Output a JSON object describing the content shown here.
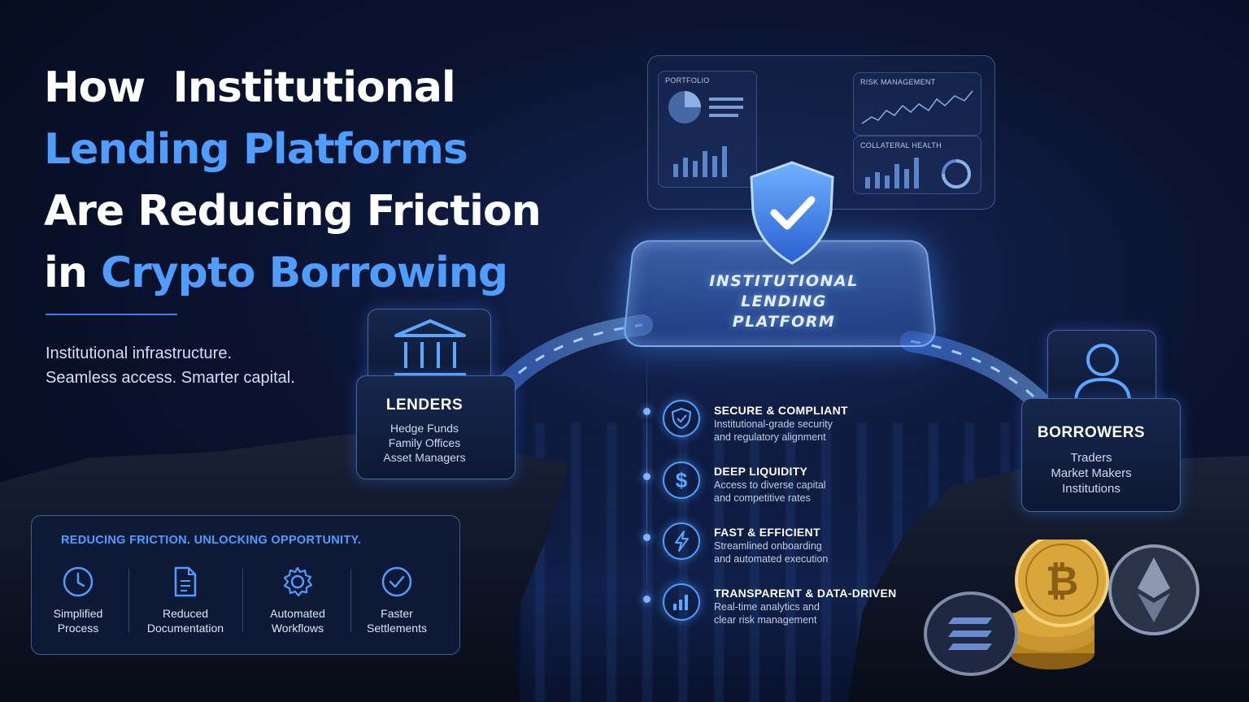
{
  "title": {
    "line1_a": "How",
    "line1_b": "Institutional",
    "line2": "Lending Platforms",
    "line3": "Are Reducing Friction",
    "line4_a": "in",
    "line4_b": "Crypto Borrowing"
  },
  "subtitle": {
    "line1": "Institutional infrastructure.",
    "line2": "Seamless access. Smarter capital."
  },
  "dashboard": {
    "portfolio_label": "PORTFOLIO",
    "risk_label": "RISK MANAGEMENT",
    "collateral_label": "COLLATERAL HEALTH"
  },
  "platform": {
    "line1": "INSTITUTIONAL",
    "line2": "LENDING",
    "line3": "PLATFORM"
  },
  "lenders": {
    "title": "LENDERS",
    "items": [
      "Hedge Funds",
      "Family Offices",
      "Asset Managers"
    ]
  },
  "borrowers": {
    "title": "BORROWERS",
    "items": [
      "Traders",
      "Market Makers",
      "Institutions"
    ]
  },
  "features": [
    {
      "icon": "shield-check-icon",
      "title": "SECURE & COMPLIANT",
      "desc1": "Institutional-grade security",
      "desc2": "and regulatory alignment"
    },
    {
      "icon": "dollar-icon",
      "title": "DEEP LIQUIDITY",
      "desc1": "Access to diverse capital",
      "desc2": "and competitive rates"
    },
    {
      "icon": "lightning-icon",
      "title": "FAST & EFFICIENT",
      "desc1": "Streamlined onboarding",
      "desc2": "and automated execution"
    },
    {
      "icon": "bar-chart-icon",
      "title": "TRANSPARENT & DATA-DRIVEN",
      "desc1": "Real-time analytics and",
      "desc2": "clear risk management"
    }
  ],
  "card": {
    "heading": "REDUCING FRICTION. UNLOCKING OPPORTUNITY.",
    "items": [
      {
        "icon": "clock-icon",
        "line1": "Simplified",
        "line2": "Process"
      },
      {
        "icon": "document-icon",
        "line1": "Reduced",
        "line2": "Documentation"
      },
      {
        "icon": "gear-icon",
        "line1": "Automated",
        "line2": "Workflows"
      },
      {
        "icon": "check-circle-icon",
        "line1": "Faster",
        "line2": "Settlements"
      }
    ]
  },
  "colors": {
    "accent": "#4f9dff",
    "background": "#0a1330"
  }
}
